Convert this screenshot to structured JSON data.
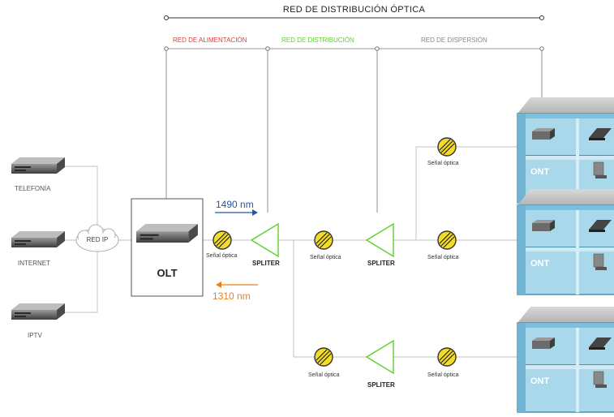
{
  "header": {
    "title": "RED DE DISTRIBUCIÓN ÓPTICA",
    "segments": [
      {
        "label": "RED DE ALIMENTACIÓN",
        "color": "#e53935"
      },
      {
        "label": "RED DE DISTRIBUCIÓN",
        "color": "#5ccf2f"
      },
      {
        "label": "RED DE DISPERSIÓN",
        "color": "#888888"
      }
    ]
  },
  "services": [
    {
      "label": "TELEFONÍA"
    },
    {
      "label": "INTERNET"
    },
    {
      "label": "IPTV"
    }
  ],
  "network": {
    "cloud_label": "RED IP"
  },
  "olt": {
    "label": "OLT"
  },
  "wavelengths": {
    "downstream": {
      "label": "1490 nm",
      "color": "#1e5aa8"
    },
    "upstream": {
      "label": "1310 nm",
      "color": "#f07d14"
    }
  },
  "signal_label": "Señal óptica",
  "splitter_label": "SPLITER",
  "ont_label": "ONT",
  "colors": {
    "line": "#c0c0c0",
    "splitter": "#5ccf2f",
    "signal_fill": "#f5dc26",
    "building_blue": "#a9d8ea",
    "building_edge": "#4a8fb0"
  }
}
